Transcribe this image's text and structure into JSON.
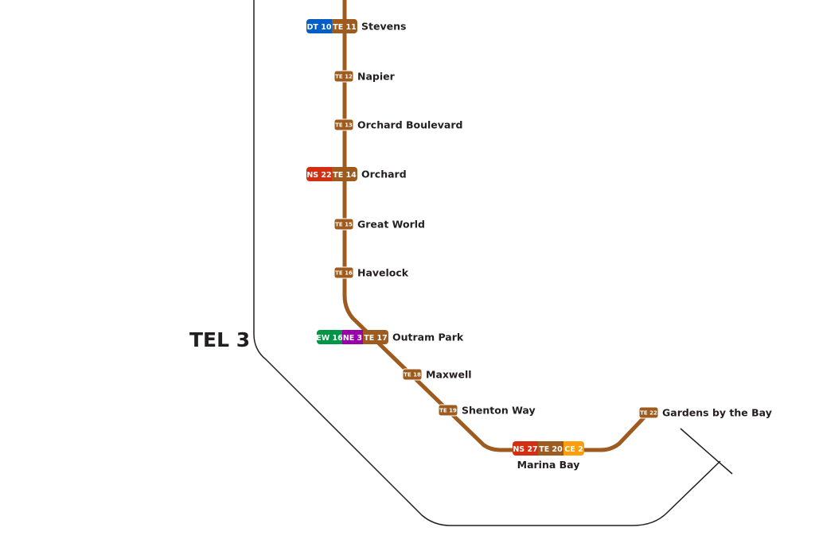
{
  "section_label": "TEL 3",
  "line_color": "#9d5b1f",
  "bracket_color": "#231f20",
  "line_colors": {
    "TE": "#9d5b1f",
    "DT": "#005ec4",
    "NS": "#d42e12",
    "EW": "#009645",
    "NE": "#9900aa",
    "CE": "#fa9e0d"
  },
  "stations": [
    {
      "name": "Stevens",
      "codes": [
        {
          "line": "DT",
          "label": "DT 10"
        },
        {
          "line": "TE",
          "label": "TE 11"
        }
      ]
    },
    {
      "name": "Napier",
      "codes": [
        {
          "line": "TE",
          "label": "TE 12"
        }
      ]
    },
    {
      "name": "Orchard Boulevard",
      "codes": [
        {
          "line": "TE",
          "label": "TE 13"
        }
      ]
    },
    {
      "name": "Orchard",
      "codes": [
        {
          "line": "NS",
          "label": "NS 22"
        },
        {
          "line": "TE",
          "label": "TE 14"
        }
      ]
    },
    {
      "name": "Great World",
      "codes": [
        {
          "line": "TE",
          "label": "TE 15"
        }
      ]
    },
    {
      "name": "Havelock",
      "codes": [
        {
          "line": "TE",
          "label": "TE 16"
        }
      ]
    },
    {
      "name": "Outram Park",
      "codes": [
        {
          "line": "EW",
          "label": "EW 16"
        },
        {
          "line": "NE",
          "label": "NE 3"
        },
        {
          "line": "TE",
          "label": "TE 17"
        }
      ]
    },
    {
      "name": "Maxwell",
      "codes": [
        {
          "line": "TE",
          "label": "TE 18"
        }
      ]
    },
    {
      "name": "Shenton Way",
      "codes": [
        {
          "line": "TE",
          "label": "TE 19"
        }
      ]
    },
    {
      "name": "Marina Bay",
      "codes": [
        {
          "line": "NS",
          "label": "NS 27"
        },
        {
          "line": "TE",
          "label": "TE 20"
        },
        {
          "line": "CE",
          "label": "CE 2"
        }
      ]
    },
    {
      "name": "Gardens by the Bay",
      "codes": [
        {
          "line": "TE",
          "label": "TE 22"
        }
      ]
    }
  ]
}
